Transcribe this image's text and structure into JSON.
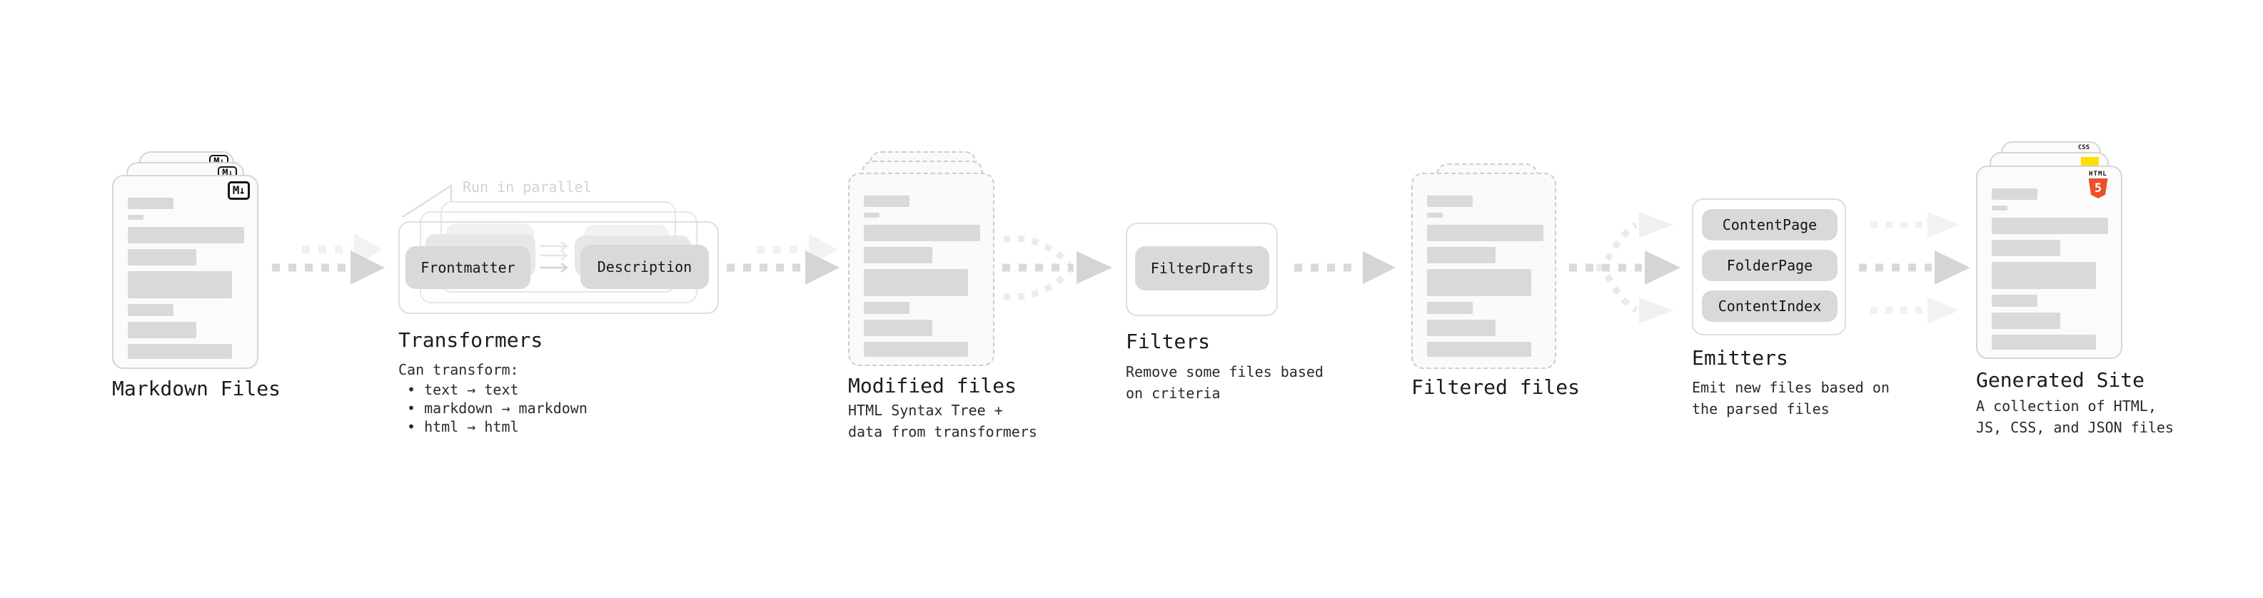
{
  "markdown_files": {
    "title": "Markdown Files",
    "icon_label": "M↓"
  },
  "transformers": {
    "title": "Transformers",
    "annotation": "Run in parallel",
    "step1_label": "Frontmatter",
    "step2_label": "Description",
    "desc_heading": "Can transform:",
    "bullets": [
      "• text → text",
      "• markdown → markdown",
      "• html → html"
    ]
  },
  "modified_files": {
    "title": "Modified files",
    "desc_line1": "HTML Syntax Tree +",
    "desc_line2": "data from transformers"
  },
  "filters": {
    "title": "Filters",
    "button_label": "FilterDrafts",
    "desc_line1": "Remove some files based",
    "desc_line2": "on criteria"
  },
  "filtered_files": {
    "title": "Filtered files"
  },
  "emitters": {
    "title": "Emitters",
    "buttons": [
      "ContentPage",
      "FolderPage",
      "ContentIndex"
    ],
    "desc_line1": "Emit new files based on",
    "desc_line2": "the parsed files"
  },
  "generated_site": {
    "title": "Generated Site",
    "desc_line1": "A collection of HTML,",
    "desc_line2": "JS, CSS, and JSON files",
    "html5_icon_label": "HTML",
    "html5_icon_number": "5",
    "css_icon_label": "CSS"
  },
  "colors": {
    "arrow_main": "#d9d9d9",
    "arrow_head": "#d5d5d5",
    "arrow_ghost": "#f1f1f1",
    "node_fill": "#d9d9d9",
    "bar_fill": "#d9d9d9",
    "markdown_icon": "#141414",
    "html5_orange": "#e8512c",
    "js_yellow": "#ffdf00",
    "css_blue": "#2d66f4",
    "annotation_gray": "#d2d2d2"
  }
}
